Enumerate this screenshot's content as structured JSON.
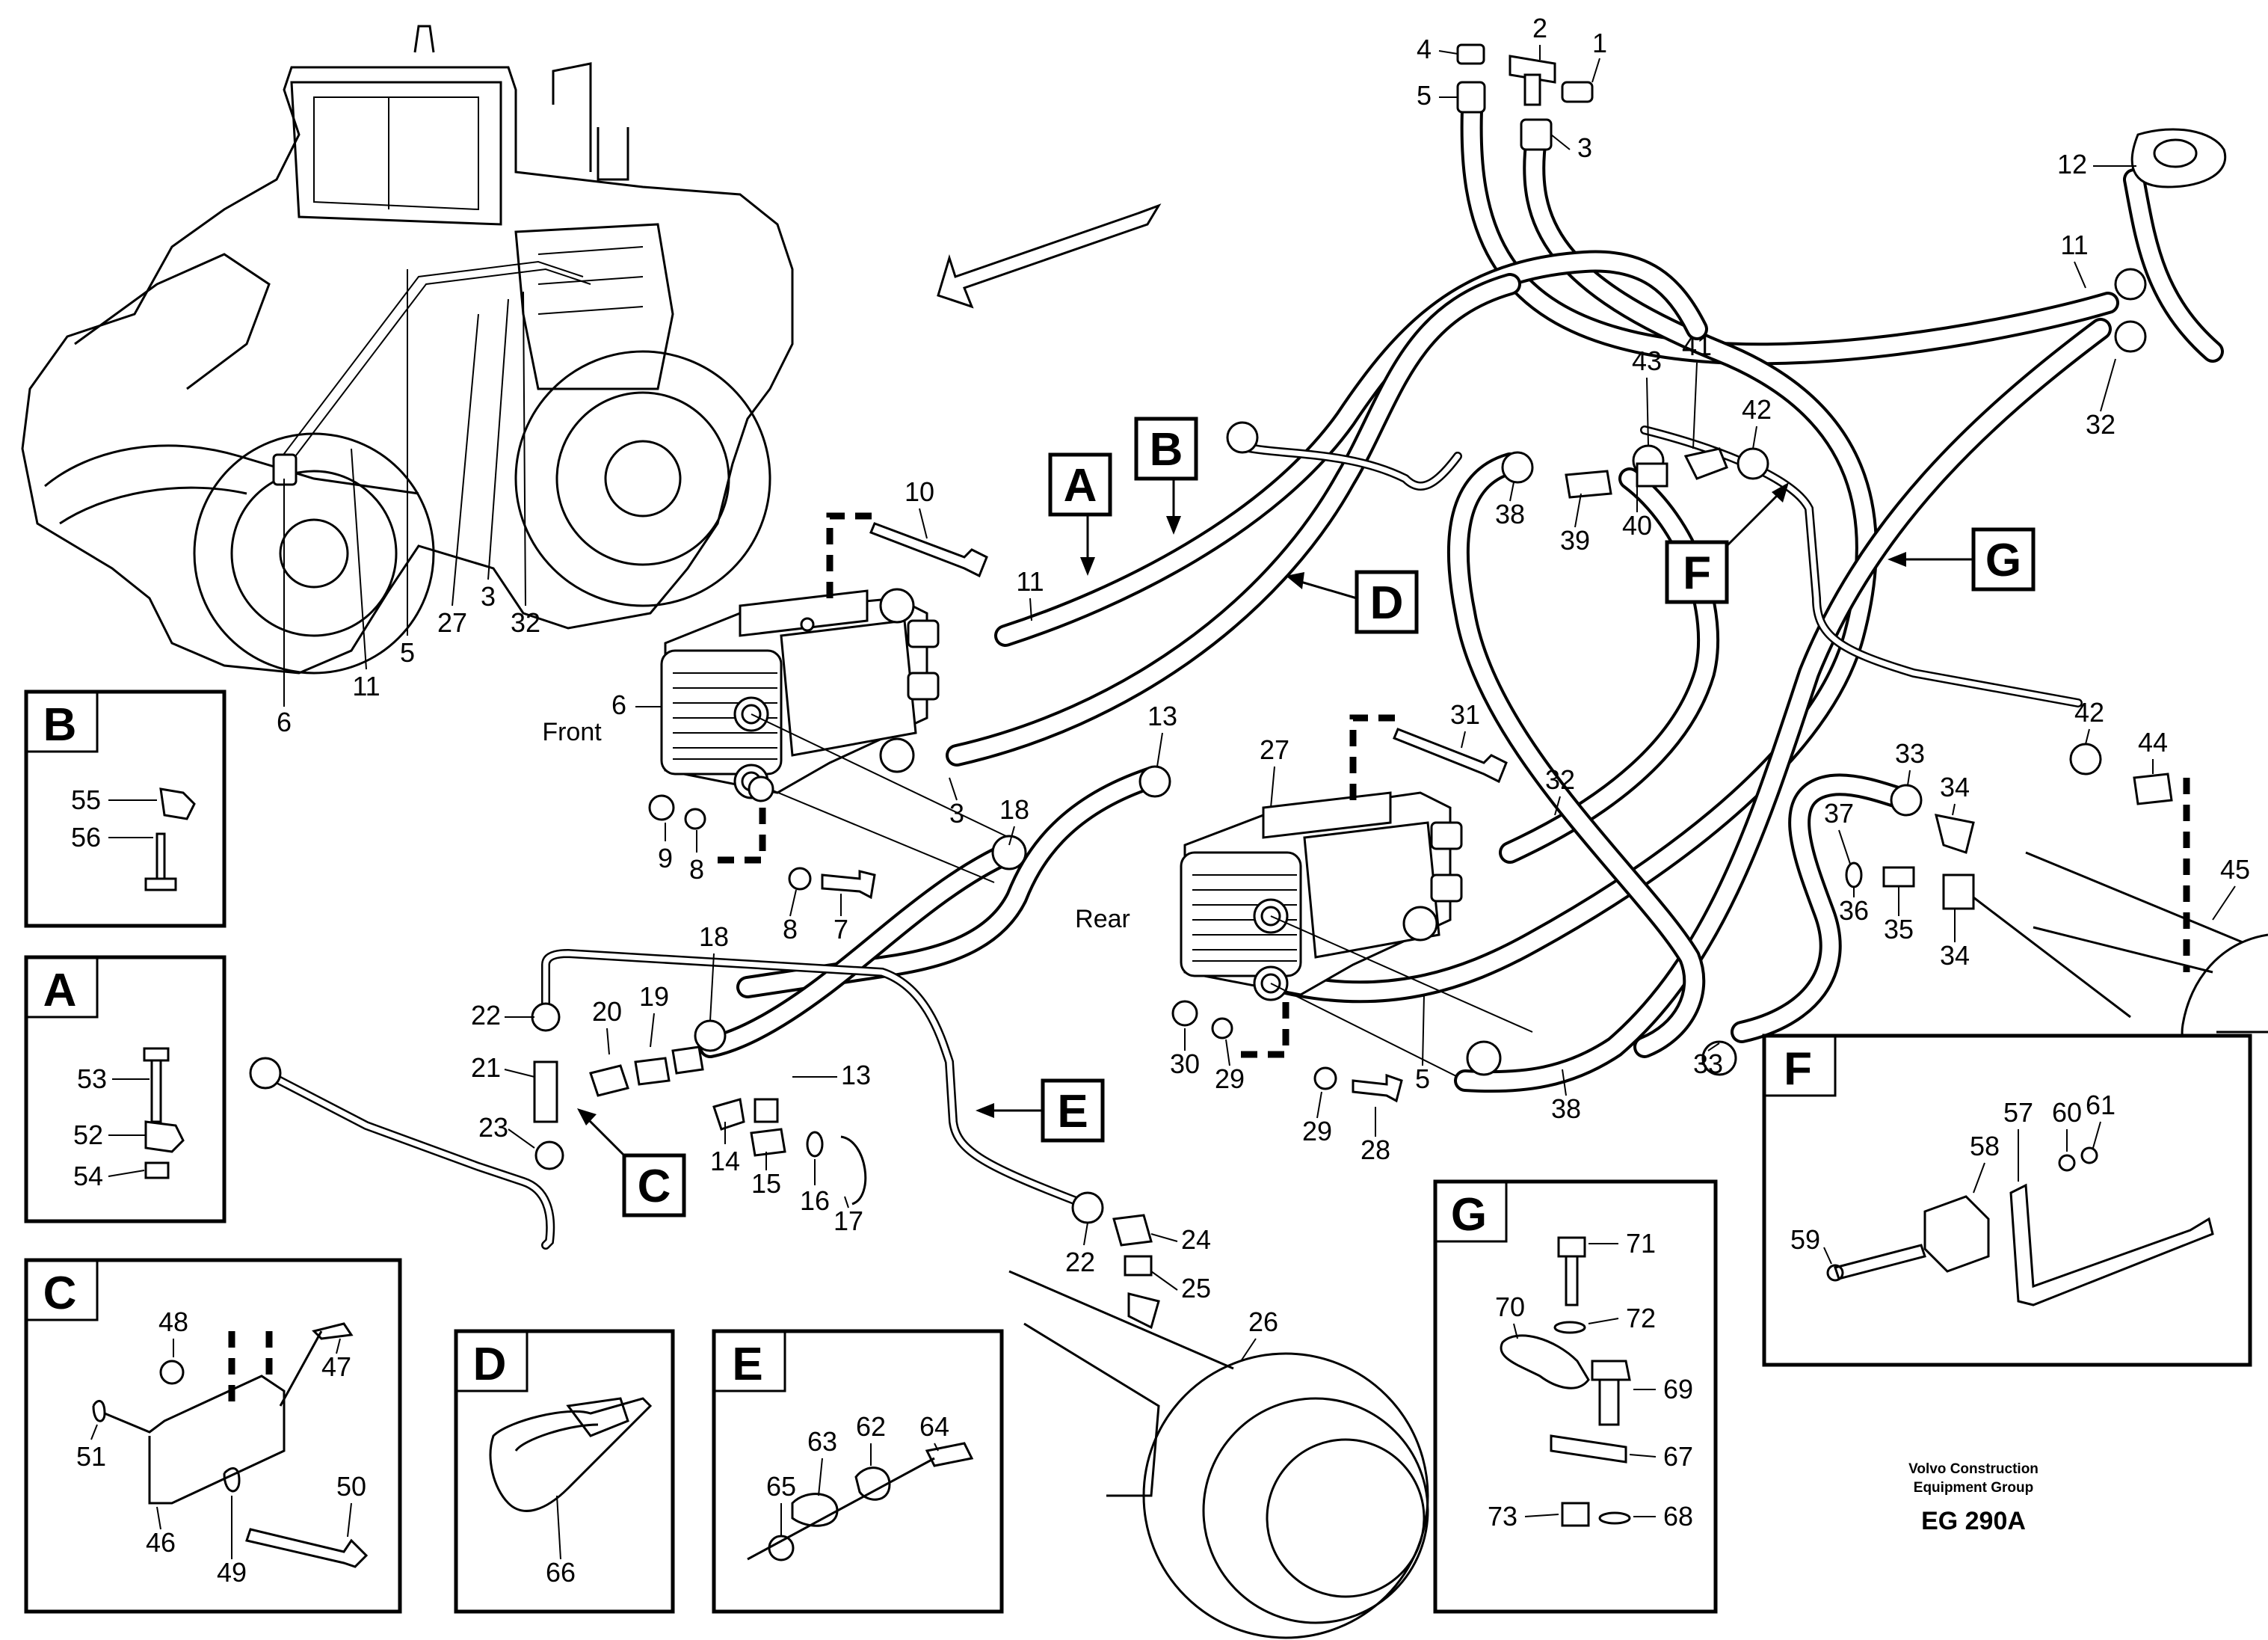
{
  "drawing_code": "EG 290A",
  "publisher": {
    "line1": "Volvo Construction",
    "line2": "Equipment Group"
  },
  "words": {
    "front": "Front",
    "rear": "Rear"
  },
  "view_letters": {
    "A": "A",
    "B": "B",
    "C": "C",
    "D": "D",
    "E": "E",
    "F": "F",
    "G": "G"
  },
  "callouts": {
    "machine": [
      "6",
      "11",
      "5",
      "27",
      "3",
      "32"
    ],
    "top_fittings": [
      "4",
      "2",
      "1",
      "5",
      "3",
      "12",
      "11",
      "32"
    ],
    "cooler_front": [
      "10",
      "11",
      "6",
      "3",
      "9",
      "8",
      "8",
      "7",
      "13",
      "18"
    ],
    "lines_left": [
      "22",
      "21",
      "23",
      "20",
      "19",
      "18",
      "14",
      "13",
      "15",
      "16",
      "17"
    ],
    "cooler_rear": [
      "31",
      "27",
      "32",
      "30",
      "29",
      "29",
      "28",
      "5",
      "38"
    ],
    "line_d": [
      "43",
      "41",
      "42",
      "38",
      "39",
      "40"
    ],
    "right_fittings": [
      "42",
      "44",
      "33",
      "34",
      "37",
      "36",
      "35",
      "34",
      "45",
      "33"
    ],
    "line_e": [
      "22",
      "24",
      "25",
      "26"
    ],
    "view_b": [
      "55",
      "56"
    ],
    "view_a": [
      "53",
      "52",
      "54"
    ],
    "view_c": [
      "48",
      "47",
      "51",
      "46",
      "49",
      "50"
    ],
    "view_d": [
      "66"
    ],
    "view_e": [
      "63",
      "62",
      "64",
      "65"
    ],
    "view_g": [
      "71",
      "72",
      "70",
      "69",
      "67",
      "73",
      "68"
    ],
    "view_f": [
      "58",
      "57",
      "60",
      "61",
      "59"
    ]
  }
}
